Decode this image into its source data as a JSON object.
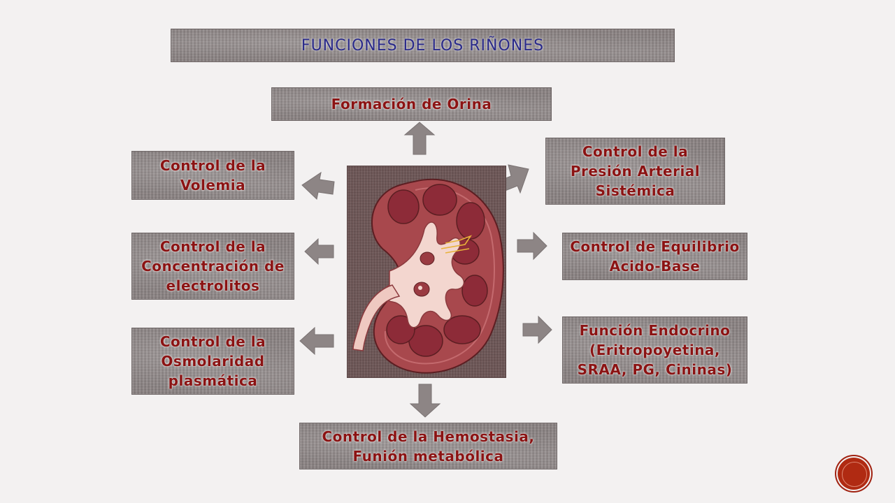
{
  "title": "FUNCIONES DE LOS RIÑONES",
  "boxes": {
    "orina": "Formación de Orina",
    "volemia": "Control de la\nVolemia",
    "electrolitos": "Control de la\nConcentración de\nelectrolitos",
    "osmolaridad": "Control de la\nOsmolaridad\nplasmática",
    "presion": "Control de la\nPresión Arterial\nSistémica",
    "acido_base": "Control de Equilibrio\nAcido-Base",
    "endocrino": "Función Endocrino\n(Eritropoyetina,\nSRAA, PG, Cininas)",
    "hemostasia": "Control de la Hemostasia,\nFunión metabólica"
  },
  "colors": {
    "title_text": "#2a2a8a",
    "box_text": "#8b1313",
    "box_fill": "#8a8282",
    "arrow_fill": "#8d8585",
    "kidney_cortex": "#a8484d",
    "kidney_pyramid": "#8d2b38",
    "pelvis": "#f3d6cf",
    "nav_button": "#b02a12"
  },
  "icons": {
    "center_image": "kidney-cross-section-illustration",
    "nav_button": "next-slide-circle-button"
  }
}
